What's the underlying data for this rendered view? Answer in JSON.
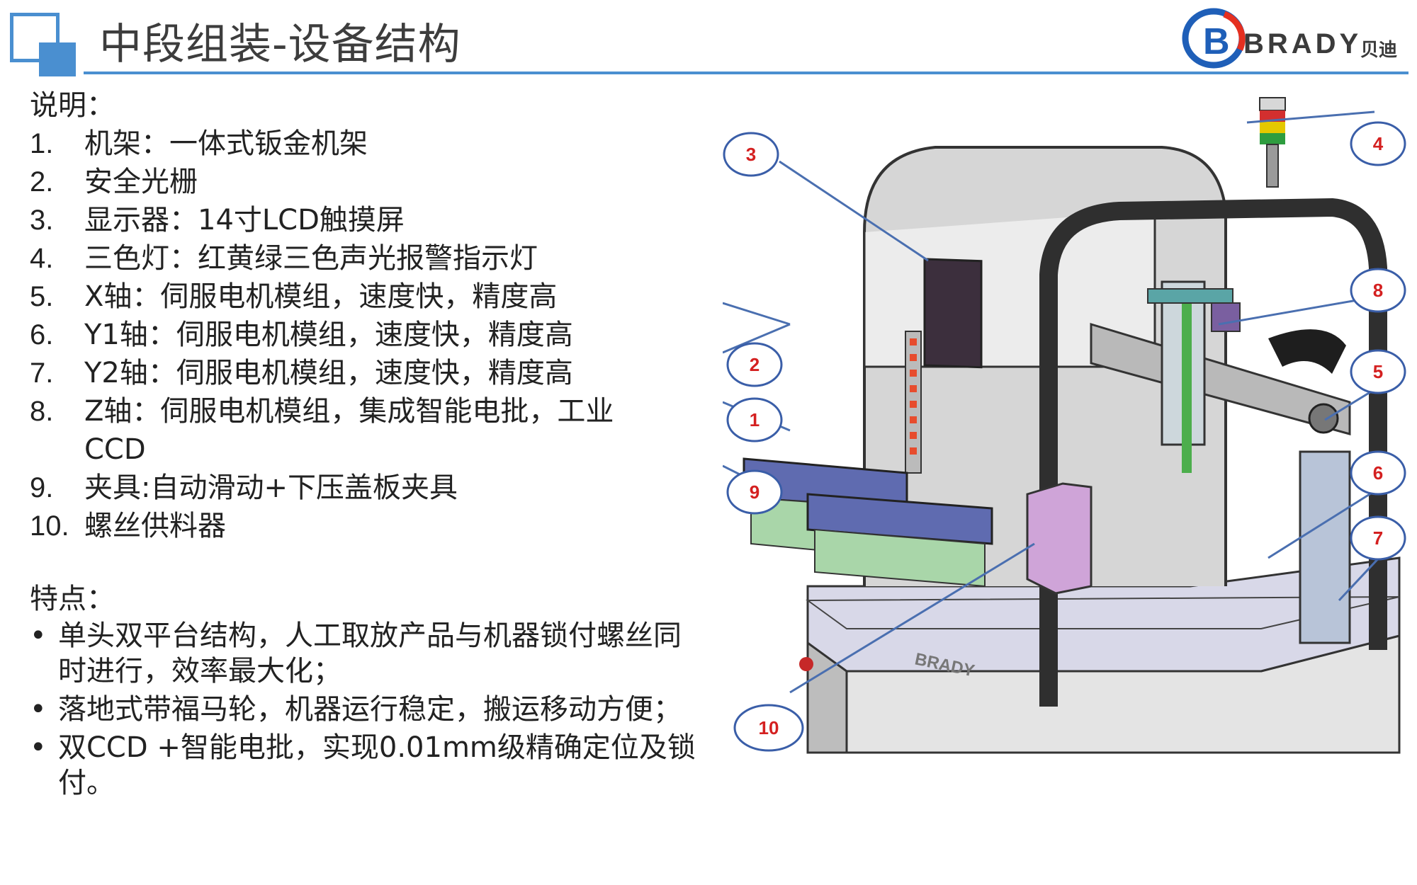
{
  "header": {
    "title": "中段组装-设备结构",
    "logo_text": "BRADY",
    "logo_cn": "贝迪",
    "accent_color": "#4a8fd0"
  },
  "description": {
    "heading": "说明：",
    "items": [
      {
        "num": "1.",
        "text": "机架：一体式钣金机架"
      },
      {
        "num": "2.",
        "text": "安全光栅"
      },
      {
        "num": "3.",
        "text": "显示器：14寸LCD触摸屏"
      },
      {
        "num": "4.",
        "text": "三色灯：红黄绿三色声光报警指示灯"
      },
      {
        "num": "5.",
        "text": "X轴：伺服电机模组，速度快，精度高"
      },
      {
        "num": "6.",
        "text": "Y1轴：伺服电机模组，速度快，精度高"
      },
      {
        "num": "7.",
        "text": "Y2轴：伺服电机模组，速度快，精度高"
      },
      {
        "num": "8.",
        "text": "Z轴：伺服电机模组，集成智能电批，工业",
        "cont": "CCD"
      },
      {
        "num": "9.",
        "text": "夹具:自动滑动+下压盖板夹具"
      },
      {
        "num": "10.",
        "text": "螺丝供料器"
      }
    ]
  },
  "features": {
    "heading": "特点：",
    "items": [
      "单头双平台结构，人工取放产品与机器锁付螺丝同时进行，效率最大化；",
      "落地式带福马轮，机器运行稳定，搬运移动方便；",
      "双CCD +智能电批，实现0.01mm级精确定位及锁付。"
    ]
  },
  "diagram": {
    "machine_label": "BRADY",
    "callouts": [
      "1",
      "2",
      "3",
      "4",
      "5",
      "6",
      "7",
      "8",
      "9",
      "10"
    ],
    "callout_color": "#d42020",
    "leader_color": "#4a6fb0"
  }
}
